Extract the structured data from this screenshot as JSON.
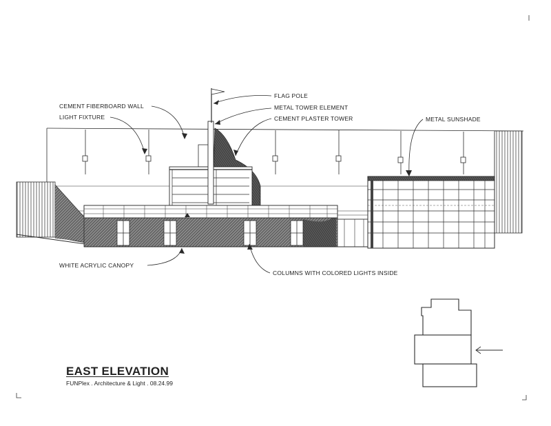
{
  "title": "EAST ELEVATION",
  "subtitle": "FUNPlex . Architecture & Light . 08.24.99",
  "labels": {
    "flag_pole": "FLAG POLE",
    "metal_tower": "METAL TOWER ELEMENT",
    "cement_plaster_tower": "CEMENT PLASTER TOWER",
    "cement_fiberboard_wall": "CEMENT FIBERBOARD WALL",
    "light_fixture": "LIGHT FIXTURE",
    "metal_sunshade": "METAL SUNSHADE",
    "white_acrylic_canopy": "WHITE ACRYLIC CANOPY",
    "columns_colored_lights": "COLUMNS WITH COLORED LIGHTS INSIDE"
  },
  "colors": {
    "line": "#2a2a2a",
    "hatch_dark": "#4a4a4a",
    "hatch_mid": "#7a7a7a",
    "fill_dark": "#5a5a5a"
  }
}
